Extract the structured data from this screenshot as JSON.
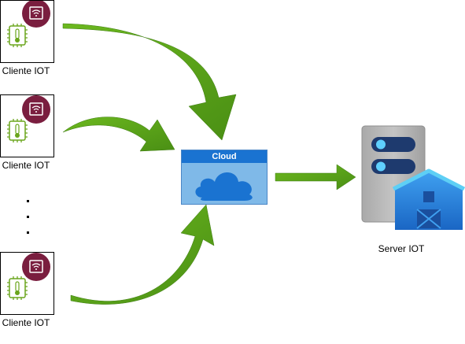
{
  "clients": [
    {
      "label": "Cliente IOT"
    },
    {
      "label": "Cliente IOT"
    },
    {
      "label": "Cliente IOT"
    }
  ],
  "cloud": {
    "label": "Cloud"
  },
  "server": {
    "label": "Server IOT"
  },
  "colors": {
    "arrow": "#5aa219",
    "arrow_dark": "#3d7c10",
    "badge": "#7a1e3f",
    "chip": "#6aa51c",
    "cloud_header": "#1a73d1",
    "cloud_body": "#7fb9e8",
    "server_body": "#b8b8b8",
    "server_slot": "#1e3a6e",
    "farm": "#2b8be0"
  }
}
